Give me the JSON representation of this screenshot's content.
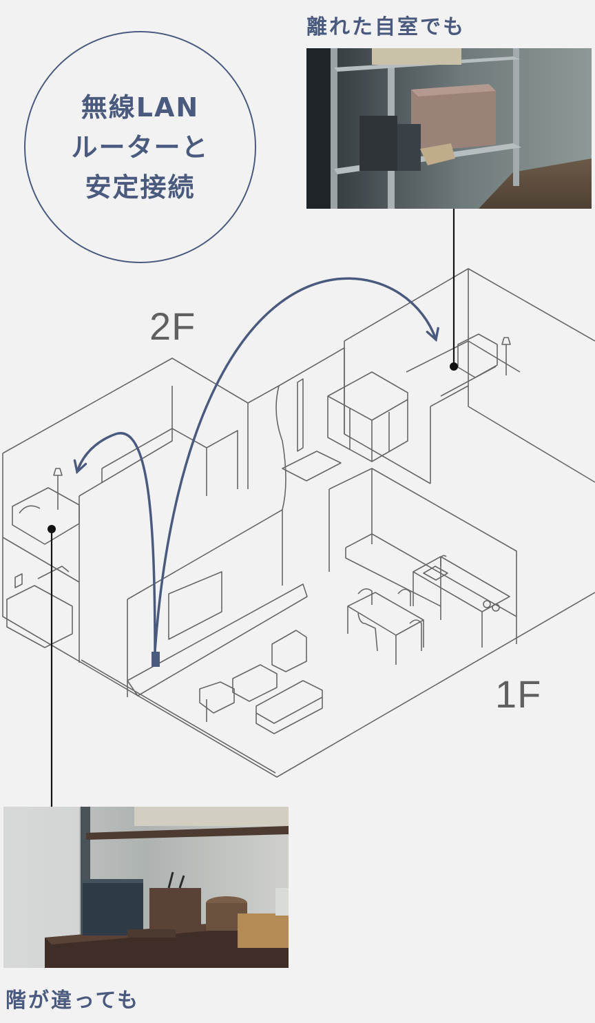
{
  "captions": {
    "top_room": "離れた自室でも",
    "bottom_room": "階が違っても"
  },
  "badge": {
    "lines": [
      "無線LAN",
      "ルーターと",
      "安定接続"
    ]
  },
  "floors": {
    "upper": "2F",
    "lower": "1F"
  },
  "colors": {
    "accent": "#4a5a7e",
    "line": "#666666",
    "background": "#f2f2f2"
  }
}
